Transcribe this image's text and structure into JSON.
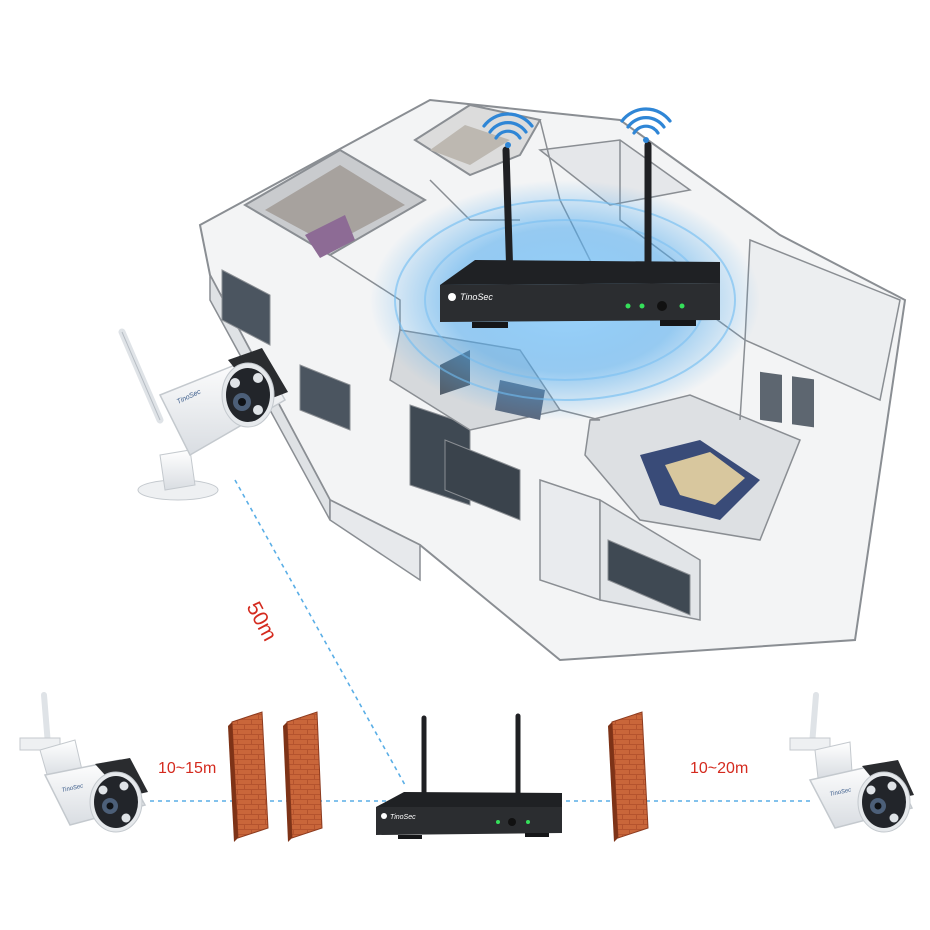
{
  "brand": "TinoSec",
  "distances": {
    "diagonal": "50m",
    "left": "10~15m",
    "right": "10~20m"
  },
  "colors": {
    "label_red": "#d42a1e",
    "signal_blue": "#2f86d6",
    "dashed_line": "#5aaee6",
    "nvr_body": "#2b2d30",
    "brick": "#b4532e",
    "floorplan_line": "#8a8e93"
  },
  "icons": [
    "wifi-signal-icon",
    "camera-icon",
    "nvr-icon",
    "brick-wall-icon",
    "house-floorplan-icon"
  ]
}
